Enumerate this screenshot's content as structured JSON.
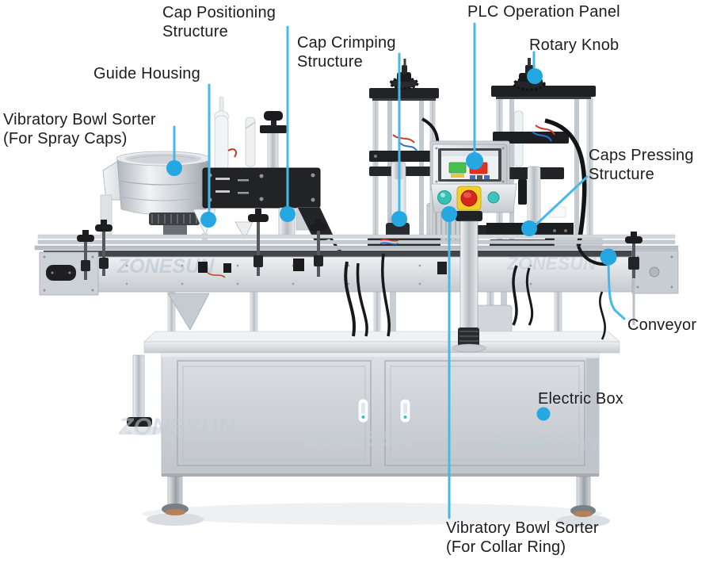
{
  "labels": {
    "cap_positioning": {
      "line1": "Cap Positioning",
      "line2": "Structure"
    },
    "cap_crimping": {
      "line1": "Cap Crimping",
      "line2": "Structure"
    },
    "plc_operation_panel": {
      "line1": "PLC Operation Panel"
    },
    "rotary_knob": {
      "line1": "Rotary Knob"
    },
    "guide_housing": {
      "line1": "Guide Housing"
    },
    "vibratory_bowl_spray": {
      "line1": "Vibratory Bowl Sorter",
      "line2": "(For Spray Caps)"
    },
    "caps_pressing": {
      "line1": "Caps Pressing",
      "line2": "Structure"
    },
    "conveyor": {
      "line1": "Conveyor"
    },
    "electric_box": {
      "line1": "Electric Box"
    },
    "vibratory_bowl_collar": {
      "line1": "Vibratory Bowl Sorter",
      "line2": "(For Collar Ring)"
    }
  },
  "watermark": {
    "text": "ZONESUN"
  },
  "colors": {
    "callout_line": "#46b9e9",
    "callout_dot": "#25a8e2",
    "label_text": "#1d1d1f",
    "estop_red": "#d7261c",
    "estop_ring_yellow": "#f2d028",
    "button_teal": "#35c0b5",
    "screen_button_green": "#46c14f",
    "screen_button_red": "#df3125",
    "machine_steel": "#d9dde1",
    "machine_black": "#1f2023"
  }
}
